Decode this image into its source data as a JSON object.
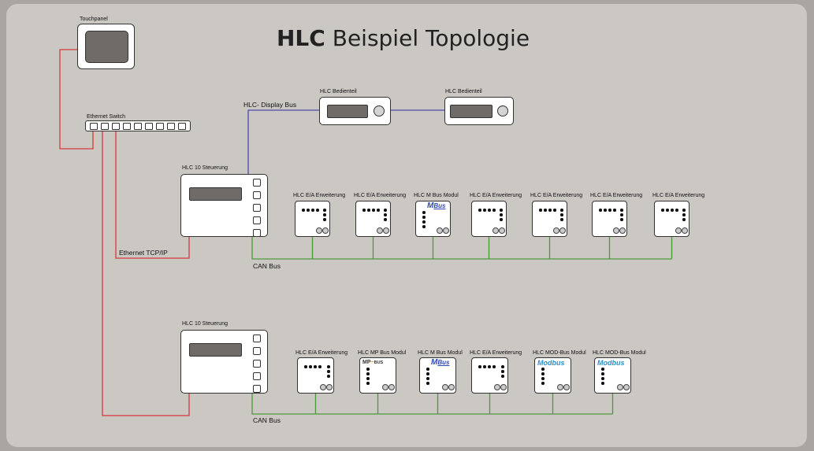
{
  "title": {
    "bold": "HLC",
    "rest": "Beispiel Topologie"
  },
  "colors": {
    "ethernet": "#d23b3b",
    "display_bus": "#4a4aa8",
    "can_bus": "#4b9a3a",
    "mbus_logo": "#2b47b6",
    "modbus_logo": "#2d8fc4"
  },
  "touchpanel": {
    "label": "Touchpanel"
  },
  "switch": {
    "label": "Ethernet Switch",
    "ports": 9
  },
  "display_bus_label": "HLC- Display Bus",
  "ethernet_label": "Ethernet TCP/IP",
  "bedienteile": [
    {
      "label": "HLC Bedienteil"
    },
    {
      "label": "HLC Bedienteil"
    }
  ],
  "controllers": [
    {
      "label": "HLC 10 Steuerung",
      "bus_label": "CAN Bus"
    },
    {
      "label": "HLC 10 Steuerung",
      "bus_label": "CAN Bus"
    }
  ],
  "row1_modules": [
    {
      "label": "HLC E/A Erweiterung",
      "kind": "ea"
    },
    {
      "label": "HLC E/A Erweiterung",
      "kind": "ea"
    },
    {
      "label": "HLC M Bus Modul",
      "kind": "mbus",
      "logo": "Bus"
    },
    {
      "label": "HLC E/A Erweiterung",
      "kind": "ea"
    },
    {
      "label": "HLC E/A Erweiterung",
      "kind": "ea"
    },
    {
      "label": "HLC E/A Erweiterung",
      "kind": "ea"
    },
    {
      "label": "HLC E/A Erweiterung",
      "kind": "ea"
    }
  ],
  "row2_modules": [
    {
      "label": "HLC E/A Erweiterung",
      "kind": "ea"
    },
    {
      "label": "HLC MP Bus Modul",
      "kind": "mpbus",
      "logo": "MP",
      "logo2": "BUS"
    },
    {
      "label": "HLC M Bus Modul",
      "kind": "mbus",
      "logo": "Bus"
    },
    {
      "label": "HLC E/A Erweiterung",
      "kind": "ea"
    },
    {
      "label": "HLC MOD-Bus Modul",
      "kind": "modbus",
      "logo": "Modbus"
    },
    {
      "label": "HLC MOD-Bus Modul",
      "kind": "modbus",
      "logo": "Modbus"
    }
  ]
}
